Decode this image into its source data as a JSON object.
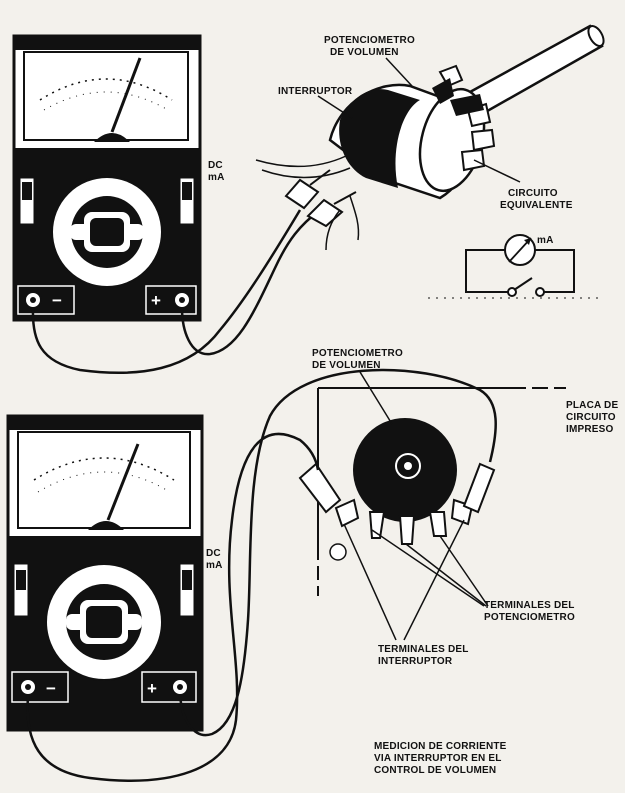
{
  "labels": {
    "pot_top_line1": "POTENCIOMETRO",
    "pot_top_line2": "DE VOLUMEN",
    "interruptor": "INTERRUPTOR",
    "dc_top": "DC",
    "ma_top": "mA",
    "circuito_line1": "CIRCUITO",
    "circuito_line2": "EQUIVALENTE",
    "ma_symbol": "mA",
    "pot_bottom_line1": "POTENCIOMETRO",
    "pot_bottom_line2": "DE VOLUMEN",
    "placa_line1": "PLACA DE",
    "placa_line2": "CIRCUITO",
    "placa_line3": "IMPRESO",
    "dc_bottom": "DC",
    "ma_bottom": "mA",
    "term_pot_line1": "TERMINALES DEL",
    "term_pot_line2": "POTENCIOMETRO",
    "term_int_line1": "TERMINALES DEL",
    "term_int_line2": "INTERRUPTOR",
    "caption_line1": "MEDICION DE CORRIENTE",
    "caption_line2": "VIA INTERRUPTOR EN EL",
    "caption_line3": "CONTROL DE VOLUMEN",
    "minus": "−",
    "plus": "+"
  }
}
